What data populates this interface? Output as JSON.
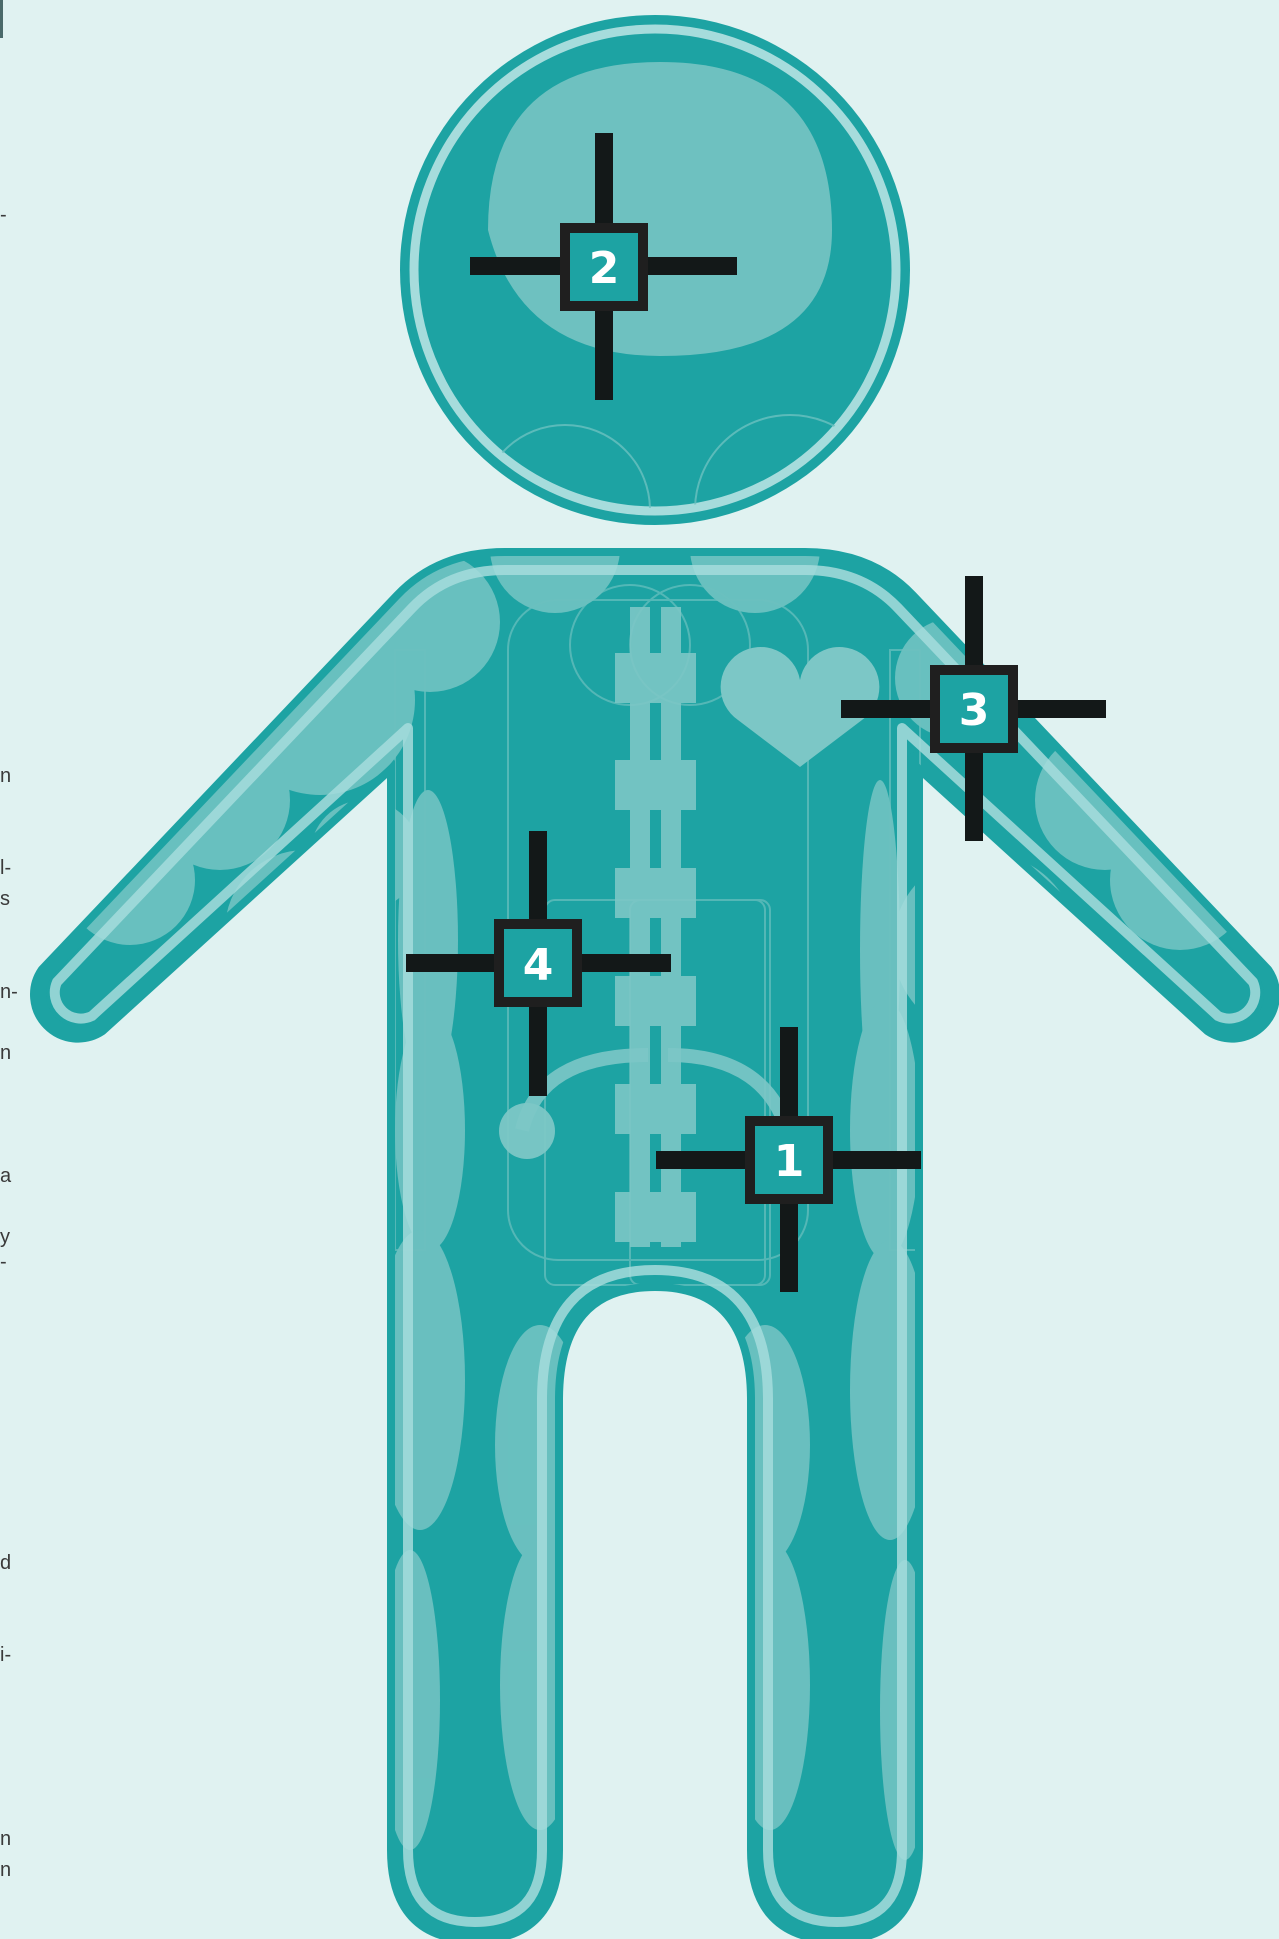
{
  "colors": {
    "background": "#e0f2f1",
    "body_fill": "#1da3a3",
    "body_outline": "#1da3a3",
    "highlight": "#a6dcdc",
    "overlay": "#7cc7c6",
    "marker": "#1f1f1f",
    "marker_badge": "#1da3a3",
    "marker_text": "#ffffff"
  },
  "icons": [
    "human-body-figure",
    "heart-icon",
    "spine-icon",
    "crosshair-marker"
  ],
  "markers": [
    {
      "label": "1",
      "location": "lower abdomen"
    },
    {
      "label": "2",
      "location": "head"
    },
    {
      "label": "3",
      "location": "left shoulder"
    },
    {
      "label": "4",
      "location": "upper abdomen"
    }
  ],
  "left_edge_fragments": [
    "-",
    "n",
    "l-",
    "s",
    "n-",
    "n",
    "a",
    "y",
    "-",
    "d",
    "i-",
    "n",
    "n"
  ]
}
